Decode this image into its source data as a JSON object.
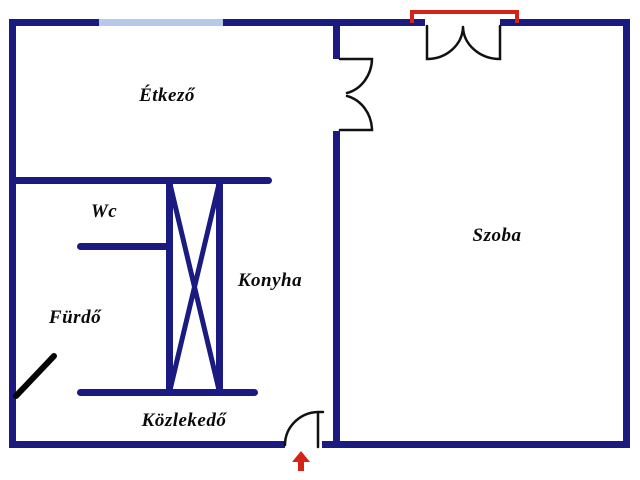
{
  "title": "Apartment floor plan",
  "colors": {
    "wall": "#1a1a80",
    "window": "#b7c9e8",
    "red": "#d62318",
    "label": "#0a0a0a",
    "bg": "#ffffff"
  },
  "rooms": [
    {
      "id": "etkezo",
      "label": "Étkező"
    },
    {
      "id": "wc",
      "label": "Wc"
    },
    {
      "id": "konyha",
      "label": "Konyha"
    },
    {
      "id": "furdo",
      "label": "Fürdő"
    },
    {
      "id": "kozlekedo",
      "label": "Közlekedő"
    },
    {
      "id": "szoba",
      "label": "Szoba"
    }
  ],
  "symbols": {
    "window_marker": "light-blue segment in top wall",
    "entrance_marker": "red open rectangle over top double door",
    "entrance_arrow": "red up arrow at bottom entrance door",
    "shaft": "x-braced duct between kitchen and hallway"
  }
}
